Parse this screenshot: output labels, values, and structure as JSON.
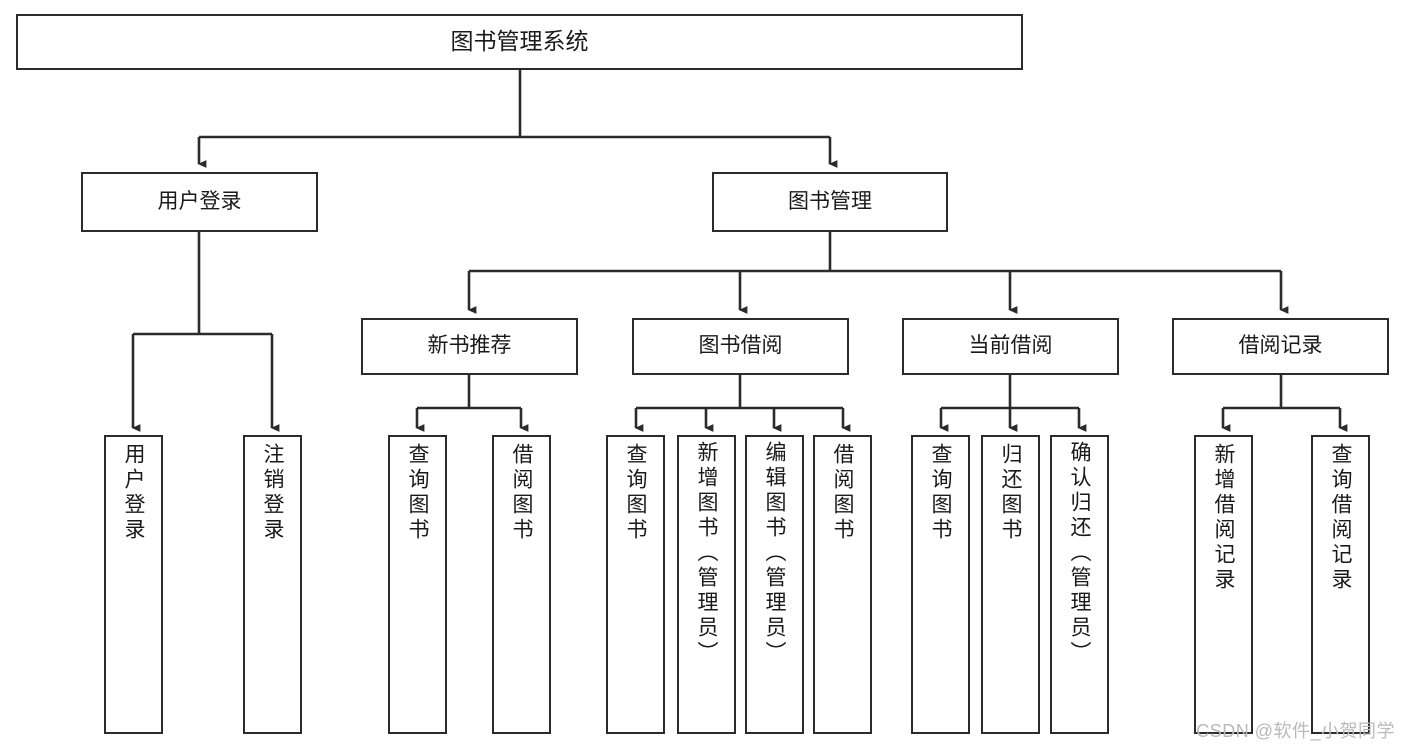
{
  "diagram": {
    "title": "图书管理系统",
    "type": "tree-hierarchy",
    "watermark": "CSDN @软件_小贺同学",
    "colors": {
      "stroke": "#2b2b2b",
      "fill": "#ffffff",
      "text": "#1a1a1a",
      "watermark": "#b9b9b9"
    },
    "nodes": {
      "root": {
        "label": "图书管理系统"
      },
      "level2": [
        {
          "id": "user-login",
          "label": "用户登录"
        },
        {
          "id": "book-manage",
          "label": "图书管理"
        }
      ],
      "level3": [
        {
          "id": "new-book-rec",
          "label": "新书推荐"
        },
        {
          "id": "book-borrow",
          "label": "图书借阅"
        },
        {
          "id": "current-borrow",
          "label": "当前借阅"
        },
        {
          "id": "borrow-record",
          "label": "借阅记录"
        }
      ],
      "leaves": {
        "user-login": [
          {
            "id": "leaf-user-login",
            "label": "用户登录"
          },
          {
            "id": "leaf-logout",
            "label": "注销登录"
          }
        ],
        "new-book-rec": [
          {
            "id": "leaf-query-book-1",
            "label": "查询图书"
          },
          {
            "id": "leaf-borrow-book-1",
            "label": "借阅图书"
          }
        ],
        "book-borrow": [
          {
            "id": "leaf-query-book-2",
            "label": "查询图书"
          },
          {
            "id": "leaf-add-book",
            "label": "新增图书（管理员）"
          },
          {
            "id": "leaf-edit-book",
            "label": "编辑图书（管理员）"
          },
          {
            "id": "leaf-borrow-book-2",
            "label": "借阅图书"
          }
        ],
        "current-borrow": [
          {
            "id": "leaf-query-book-3",
            "label": "查询图书"
          },
          {
            "id": "leaf-return-book",
            "label": "归还图书"
          },
          {
            "id": "leaf-confirm-return",
            "label": "确认归还（管理员）"
          }
        ],
        "borrow-record": [
          {
            "id": "leaf-add-record",
            "label": "新增借阅记录"
          },
          {
            "id": "leaf-query-record",
            "label": "查询借阅记录"
          }
        ]
      }
    }
  }
}
